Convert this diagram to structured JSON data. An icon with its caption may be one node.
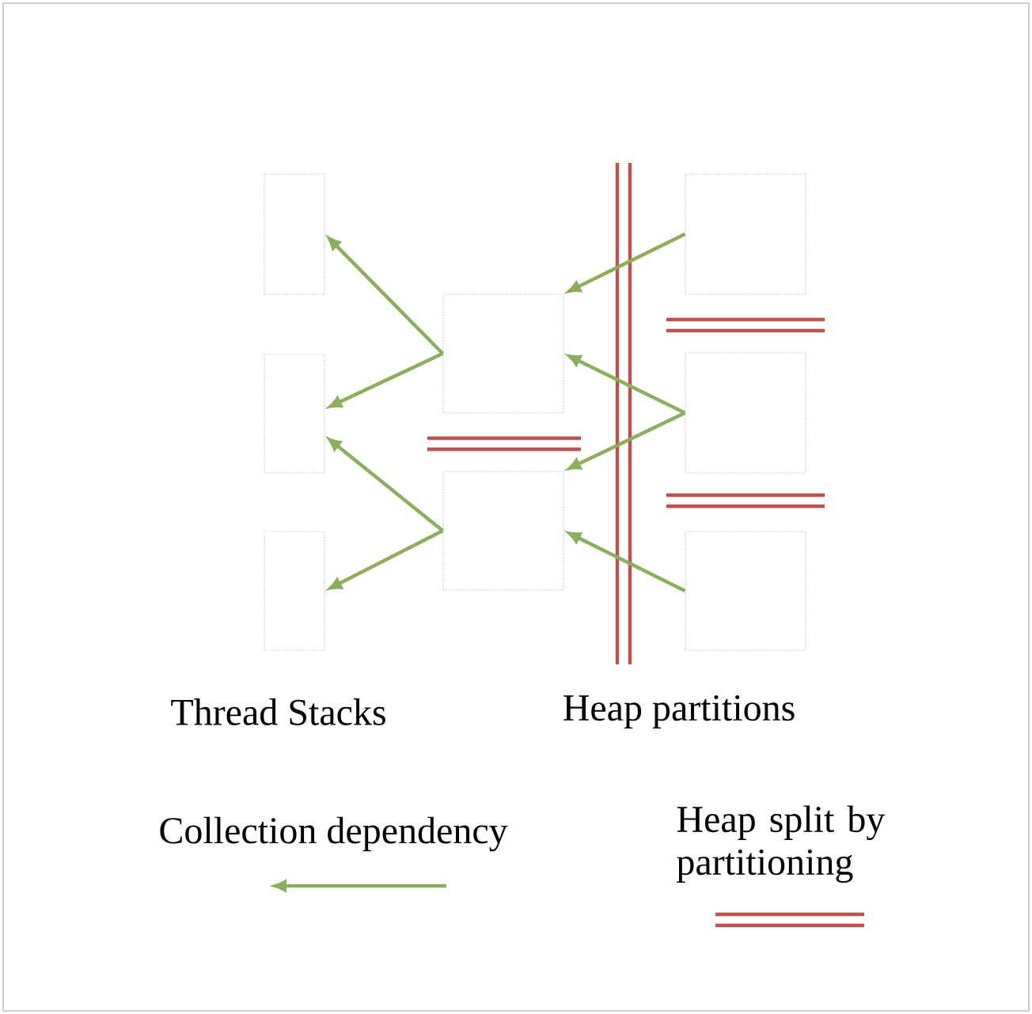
{
  "diagram": {
    "nodes": [
      {
        "text": [],
        "shape": "box"
      },
      {
        "text": [],
        "shape": "box"
      },
      {
        "text": [],
        "shape": "box"
      },
      {
        "text": [],
        "shape": "box"
      },
      {
        "text": [],
        "shape": "box"
      },
      {
        "text": [],
        "shape": "box"
      },
      {
        "text": [],
        "shape": "box"
      },
      {
        "text": [],
        "shape": "box"
      }
    ],
    "edges": [
      {
        "from": 3,
        "to": 0,
        "arrow": "to"
      },
      {
        "from": 3,
        "to": 1,
        "arrow": "to"
      },
      {
        "from": 4,
        "to": 1,
        "arrow": "to"
      },
      {
        "from": 4,
        "to": 2,
        "arrow": "to"
      },
      {
        "from": 5,
        "to": 3,
        "arrow": "to"
      },
      {
        "from": 6,
        "to": 3,
        "arrow": "to"
      },
      {
        "from": 6,
        "to": 4,
        "arrow": "to"
      },
      {
        "from": 7,
        "to": 4,
        "arrow": "to"
      }
    ],
    "labels": [
      "Thread Stacks",
      "Heap partitions"
    ],
    "legend": [
      {
        "text": "Collection dependency"
      },
      {
        "text": "Heap split by partitioning"
      }
    ]
  }
}
